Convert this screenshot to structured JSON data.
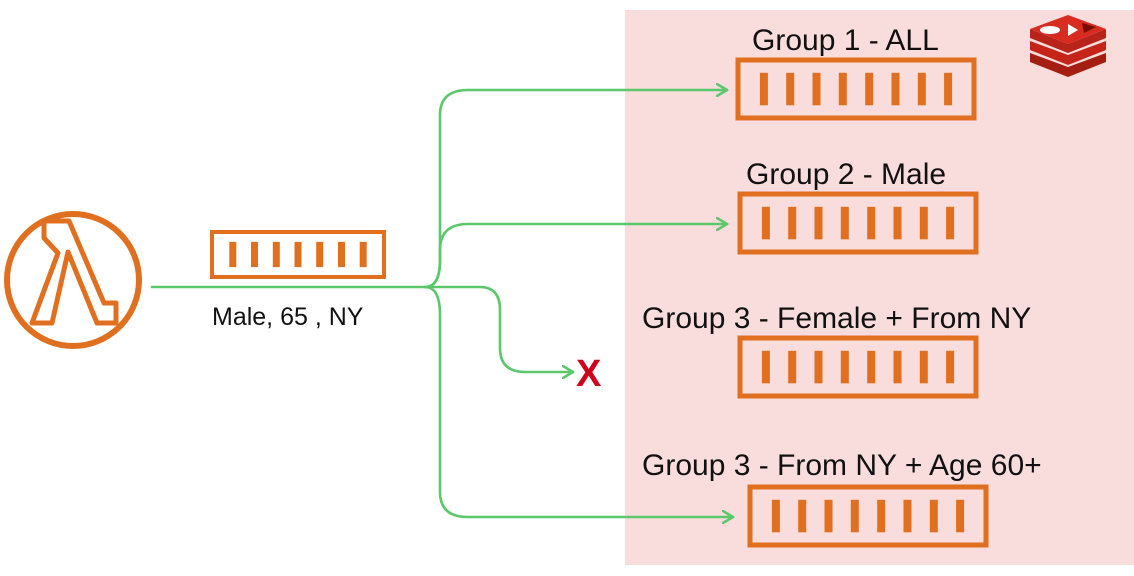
{
  "colors": {
    "region_bg": "#f9dcdc",
    "orange": "#e07020",
    "green": "#5cc86c",
    "reject": "#d0021b",
    "redis_red": "#d82c20",
    "text": "#111111"
  },
  "icons": {
    "producer": "aws-lambda-icon",
    "store": "redis-logo-icon",
    "queue": "queue-icon"
  },
  "message": {
    "label": "Male, 65 , NY"
  },
  "rejected": {
    "mark": "X"
  },
  "groups": [
    {
      "label": "Group 1 - ALL"
    },
    {
      "label": "Group 2 - Male"
    },
    {
      "label": "Group 3 - Female + From NY"
    },
    {
      "label": "Group 3 - From NY + Age 60+"
    }
  ]
}
